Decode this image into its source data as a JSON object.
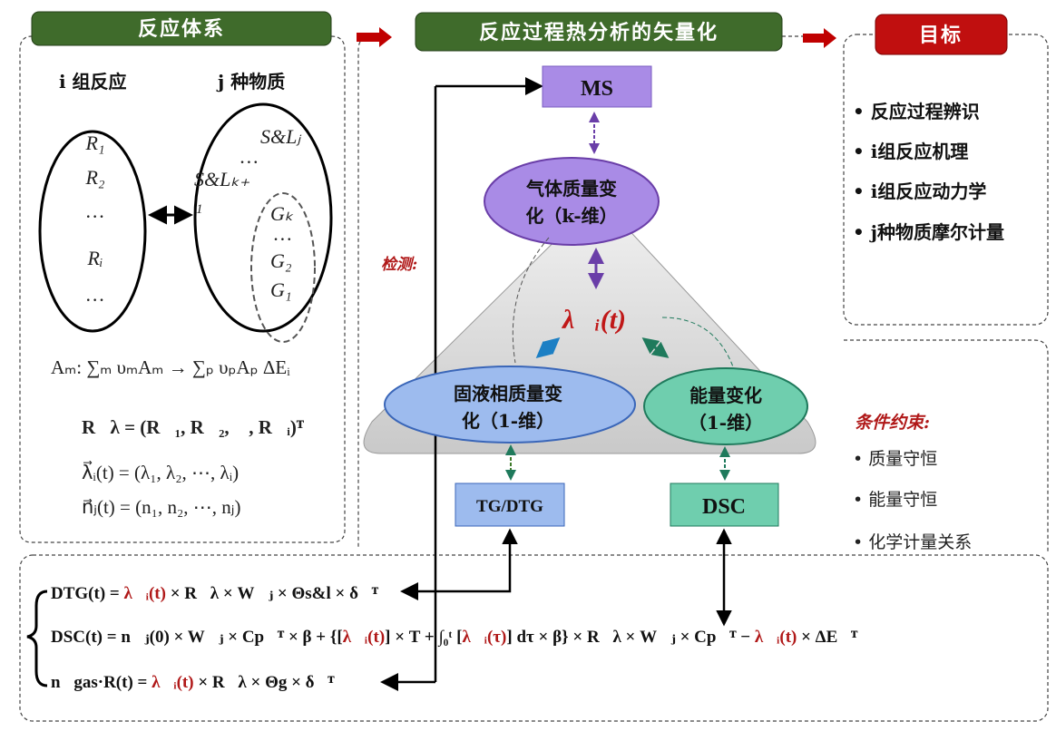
{
  "headers": {
    "reaction_system": "反应体系",
    "vectorization": "反应过程热分析的矢量化",
    "goals": "目标"
  },
  "left_panel": {
    "col_i": "i 组反应",
    "col_j": "j 种物质",
    "reactions": [
      "R₁",
      "R₂",
      "…",
      "Rᵢ",
      "…"
    ],
    "species": [
      "S&Lⱼ",
      "…",
      "S&Lₖ₊",
      "1",
      "Gₖ",
      "…",
      "G₂",
      "G₁"
    ],
    "equations": [
      "Aₘ: ∑ₘ υₘAₘ → ∑ₚ υₚAₚ   ΔEᵢ",
      "R⃗λ = (R⃗₁, R⃗₂, ⋯, R⃗ᵢ)ᵀ",
      "λ⃗ᵢ(t) = (λ₁, λ₂, ⋯, λᵢ)",
      "n⃗ⱼ(t) = (n₁, n₂, ⋯, nⱼ)"
    ]
  },
  "center": {
    "ms_label": "MS",
    "gas_line1": "气体质量变",
    "gas_line2": "化（k-维）",
    "lambda_label": "λ⃗ᵢ(t)",
    "detect_label": "检测:",
    "solid_line1": "固液相质量变",
    "solid_line2": "化（1-维）",
    "energy_line1": "能量变化",
    "energy_line2": "（1-维）",
    "tg_label": "TG/DTG",
    "dsc_label": "DSC"
  },
  "goals": {
    "items": [
      "反应过程辨识",
      "i组反应机理",
      "i组反应动力学",
      "j种物质摩尔计量"
    ]
  },
  "constraints": {
    "title": "条件约束:",
    "items": [
      "质量守恒",
      "能量守恒",
      "化学计量关系"
    ]
  },
  "bottom_equations": [
    [
      {
        "t": "DTG(t) = "
      },
      {
        "t": "λ⃗ᵢ(t)",
        "red": true
      },
      {
        "t": " × R⃗λ × W⃗ⱼ × Θs&l × δ⃗ᵀ"
      }
    ],
    [
      {
        "t": "DSC(t) = n⃗ⱼ(0) × W⃗ⱼ × Cp⃗ᵀ × β + {["
      },
      {
        "t": "λ⃗ᵢ(t)",
        "red": true
      },
      {
        "t": "] × T + ∫₀ᵗ ["
      },
      {
        "t": "λ⃗ᵢ(τ)",
        "red": true
      },
      {
        "t": "] dτ × β} × R⃗λ × W⃗ⱼ × Cp⃗ᵀ − "
      },
      {
        "t": "λ⃗ᵢ(t)",
        "red": true
      },
      {
        "t": " × ΔE⃗ᵀ"
      }
    ],
    [
      {
        "t": "n⃗gas·R(t) = "
      },
      {
        "t": "λ⃗ᵢ(t)",
        "red": true
      },
      {
        "t": " × R⃗λ × Θg × δ⃗ᵀ"
      }
    ]
  ],
  "colors": {
    "header_green": "#3f6b2b",
    "header_red": "#c00f0f",
    "arrow_red": "#c00000",
    "purple": "#a98be6",
    "blue": "#9dbbee",
    "green": "#5fc7a6",
    "accent_red": "#b01818"
  }
}
